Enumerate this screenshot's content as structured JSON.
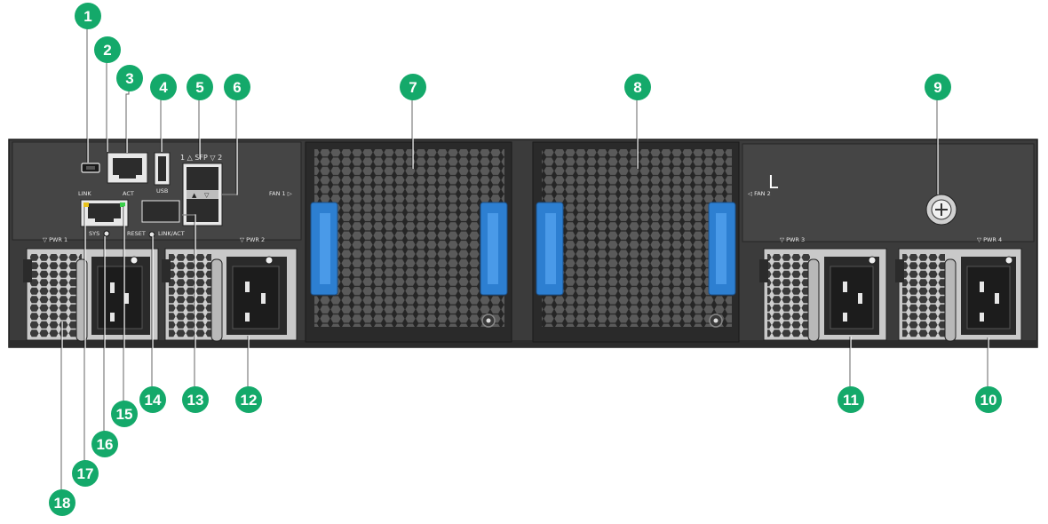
{
  "panel_labels": {
    "psu1": "▽ PWR 1",
    "psu2": "▽ PWR 2",
    "psu3": "▽ PWR 3",
    "psu4": "▽ PWR 4",
    "sfp": "1 △  SFP  ▽ 2",
    "fan1": "FAN 1 ▷",
    "fan2": "◁ FAN 2",
    "usb": "USB",
    "link": "LINK",
    "act": "ACT",
    "sys": "SYS",
    "reset": "RESET",
    "linkact": "LINK/ACT",
    "bracket": "L"
  },
  "callouts": [
    "1",
    "2",
    "3",
    "4",
    "5",
    "6",
    "7",
    "8",
    "9",
    "10",
    "11",
    "12",
    "13",
    "14",
    "15",
    "16",
    "17",
    "18"
  ],
  "colors": {
    "callout": "#14a96a",
    "chassis": "#3d3d3d",
    "panel": "#454545",
    "fan_tray": "#2a2a2a",
    "latch": "#2d7fd1",
    "psu_body": "#c9c9c9"
  }
}
